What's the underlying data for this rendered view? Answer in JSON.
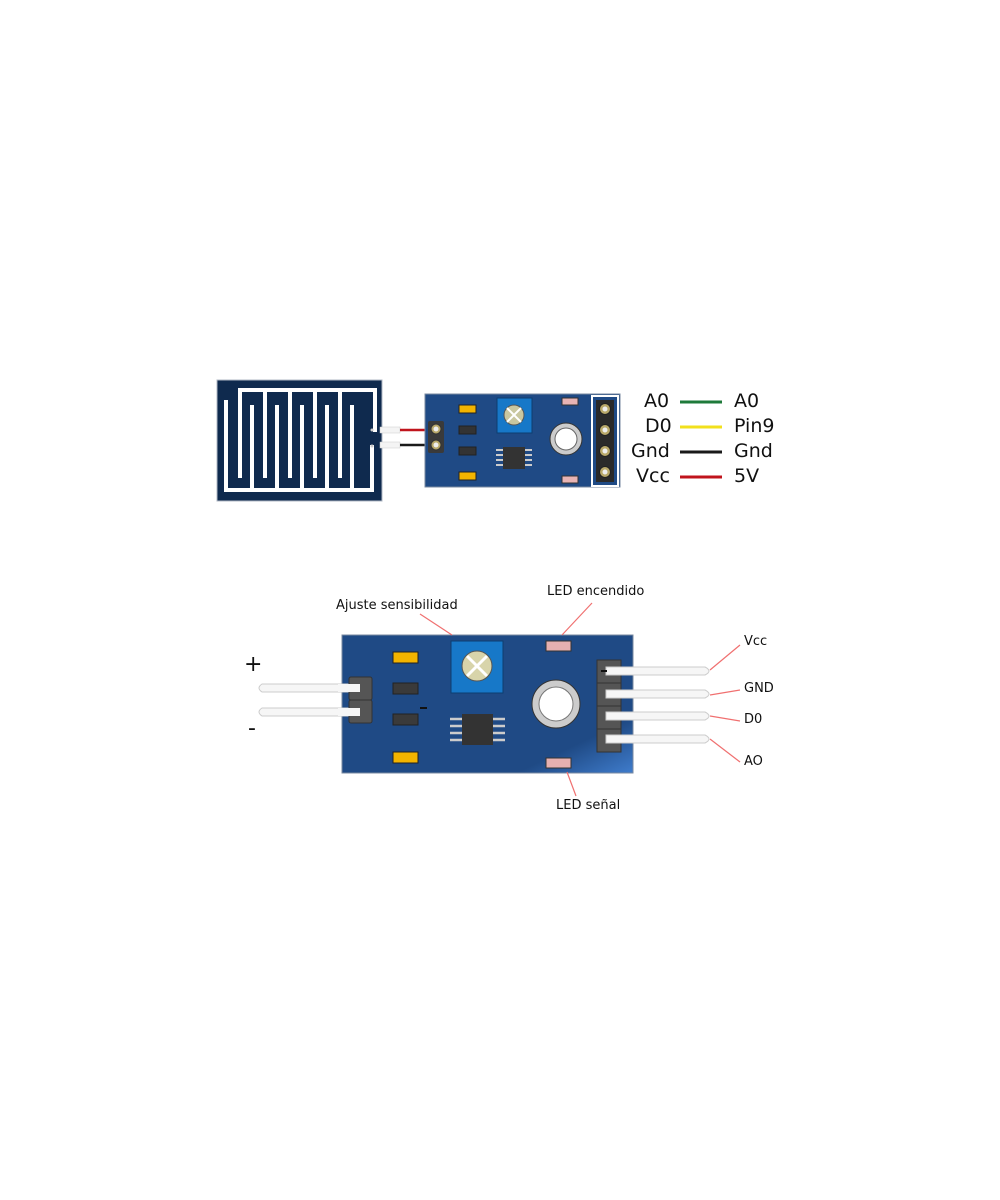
{
  "colors": {
    "board": "#1f4a85",
    "sensor_plate": "#0f2a4e",
    "trace": "#ffffff",
    "wire_green": "#1e7a3a",
    "wire_yellow": "#f2e01c",
    "wire_black": "#1a1a1a",
    "wire_red": "#c0141c",
    "callout_line": "#f07070"
  },
  "wiring_table": {
    "rows": [
      {
        "module_pin": "A0",
        "wire_color": "green",
        "arduino_pin": "A0"
      },
      {
        "module_pin": "D0",
        "wire_color": "yellow",
        "arduino_pin": "Pin9"
      },
      {
        "module_pin": "Gnd",
        "wire_color": "black",
        "arduino_pin": "Gnd"
      },
      {
        "module_pin": "Vcc",
        "wire_color": "red",
        "arduino_pin": "5V"
      }
    ]
  },
  "module_diagram": {
    "input_plus": "+",
    "input_minus": "-",
    "callouts": {
      "potentiometer": "Ajuste sensibilidad",
      "power_led": "LED encendido",
      "signal_led": "LED señal"
    },
    "output_pins": [
      "Vcc",
      "GND",
      "D0",
      "AO"
    ]
  }
}
